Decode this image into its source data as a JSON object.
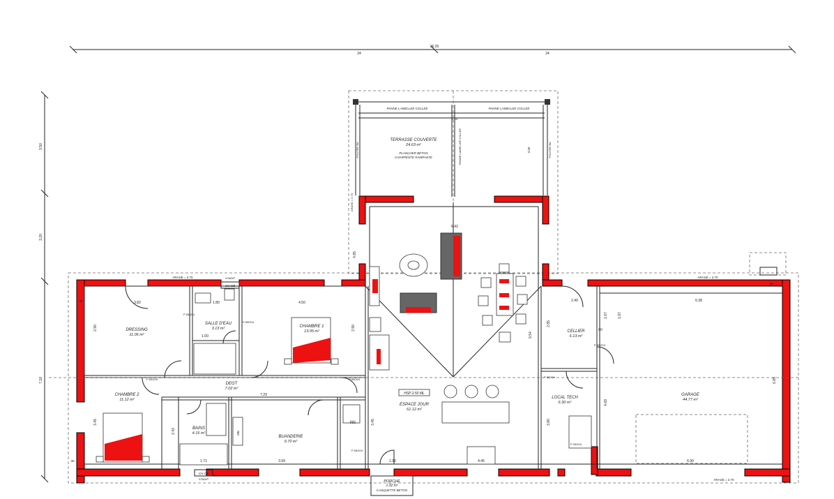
{
  "overall_dims": {
    "total": "26.26",
    "left_half": "24",
    "right_half": "24"
  },
  "side_dims": {
    "a": "3.50",
    "b": "3.20",
    "c": "7.18"
  },
  "arase": {
    "top_left": "ARASE = 2.70",
    "top_right": "ARASE = 2.70",
    "bottom_right": "ARASE = 2.70",
    "terrace": "ARASE = 2.70"
  },
  "terrace": {
    "name": "TERRASSE COUVERTE",
    "area": "24.63 m²",
    "note1": "PLANCHER BETON",
    "note2": "CHARPENTE RAMPANTE",
    "beam_left": "PANNE LAMELLEE COLLEE",
    "beam_right": "PANNE LAMELLEE COLLEE",
    "beam_center": "PANNE LAMELLEE COLLEE",
    "poutre_left": "POUTRE BA",
    "poutre_right": "POUTRE BA",
    "width": "6.62",
    "depth": "3.50"
  },
  "rooms": [
    {
      "key": "dressing",
      "name": "DRESSING",
      "area": "11.06 m²"
    },
    {
      "key": "sde",
      "name": "SALLE D'EAU",
      "area": "3.13 m²"
    },
    {
      "key": "ch1",
      "name": "CHAMBRE 1",
      "area": "13.05 m²"
    },
    {
      "key": "degt",
      "name": "DEGT",
      "area": "7.02 m²"
    },
    {
      "key": "ch2",
      "name": "CHAMBRE 2",
      "area": "11.12 m²"
    },
    {
      "key": "bains",
      "name": "BAINS",
      "area": "4.16 m²"
    },
    {
      "key": "buanderie",
      "name": "BUANDERIE",
      "area": "9.70 m²"
    },
    {
      "key": "wc",
      "name": "Wc",
      "area": ""
    },
    {
      "key": "espace",
      "name": "ESPACE JOUR",
      "area": "61.12 m²"
    },
    {
      "key": "cellier",
      "name": "CELLIER",
      "area": "6.13 m²"
    },
    {
      "key": "local",
      "name": "LOCAL TECH",
      "area": "6.30 m²"
    },
    {
      "key": "garage",
      "name": "GARAGE",
      "area": "44.77 m²"
    },
    {
      "key": "porche",
      "name": "PORCHE",
      "area": "1.32 m²"
    }
  ],
  "hsp": "HSP 2.50 ML",
  "casquette": "CASQUETTE BETON",
  "chob_top": "CH OB",
  "chob_bottom": "CH OB",
  "stadip_top": "STADIP",
  "stadip_bottom": "STADIP",
  "door_labels": [
    "P 83/204",
    "P 83/204",
    "P 83/204",
    "P 83/204",
    "P 83/204",
    "P 83/204",
    "P 83/204",
    "P 93/204"
  ],
  "internal_dims": {
    "d382": "3.82",
    "d180": "1.80",
    "d450": "4.50",
    "d290": "2.90",
    "d100": "1.00",
    "d729": "7.29",
    "d642": "6.42",
    "d485": "4.85",
    "d954": "9.54",
    "d240": "2.40",
    "d638": "6.38",
    "d690": "6.90",
    "d285": "2.85",
    "d167": "1.67",
    "d197": "1.97",
    "d060": "60",
    "d345": "3.45",
    "d243": "2.43",
    "d171": "1.71",
    "d399": "3.99",
    "d190": "1.90",
    "d445": "4.45",
    "d380": "3.80",
    "d469": "4.69",
    "d685": "6.85",
    "d034": "34",
    "d030": "30",
    "d020": "20"
  },
  "mil": "MIL",
  "colors": {
    "wall": "#ee1111",
    "line": "#222222",
    "furniture_dark": "#666666"
  }
}
